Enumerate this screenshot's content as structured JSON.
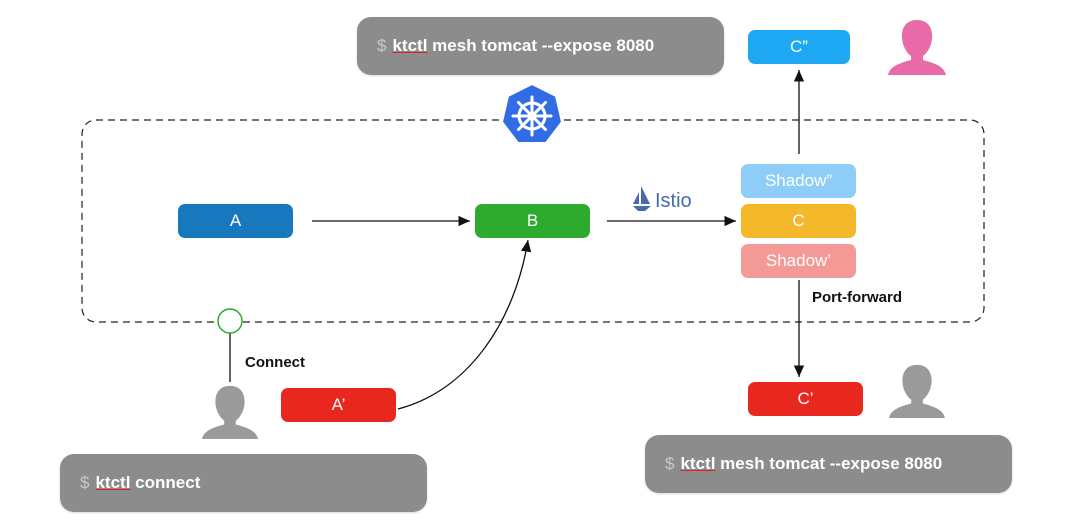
{
  "terminals": {
    "top": {
      "prompt": "$",
      "cmd": "ktctl",
      "rest": "mesh tomcat --expose 8080"
    },
    "bottom_right": {
      "prompt": "$",
      "cmd": "ktctl",
      "rest": "mesh tomcat --expose 8080"
    },
    "bottom_left": {
      "prompt": "$",
      "cmd": "ktctl",
      "rest": "connect"
    }
  },
  "nodes": {
    "a": "A",
    "b": "B",
    "a_prime": "A’",
    "shadow_top": "Shadow”",
    "c": "C",
    "shadow_bottom": "Shadow’",
    "c_top": "C”",
    "c_bottom": "C’"
  },
  "labels": {
    "istio": "Istio",
    "connect": "Connect",
    "port_forward": "Port-forward"
  },
  "colors": {
    "node_a": "#1878be",
    "node_b": "#2eaa2e",
    "node_red": "#e8281f",
    "shadow_top": "#8ecdf8",
    "node_c": "#f5b82b",
    "shadow_bottom": "#f39996",
    "c_top": "#1ea8f3",
    "user_pink": "#e86aa6",
    "user_gray": "#9a9a9a",
    "kube_blue": "#326ce5",
    "terminal_gray": "#8c8c8c"
  },
  "icons": {
    "kubernetes": "kubernetes-icon",
    "istio": "istio-sail-icon",
    "user_pink": "user-icon",
    "user_gray": "user-icon"
  }
}
